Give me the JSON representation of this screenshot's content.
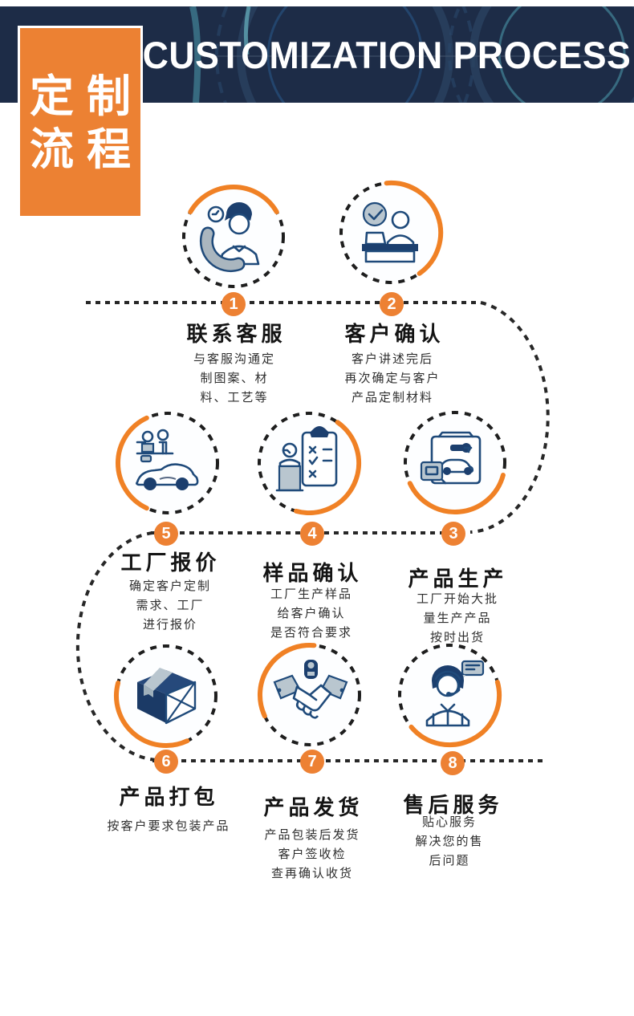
{
  "header": {
    "title_en": "CUSTOMIZATION PROCESS",
    "title_cn_line1": "定制",
    "title_cn_line2": "流程"
  },
  "colors": {
    "accent_orange": "#ED8133",
    "header_navy": "#1D2C47",
    "icon_navy": "#1F4A7A",
    "dash_dark": "#272727"
  },
  "icons": [
    "phone-headset-icon",
    "desk-check-icon",
    "production-doc-icon",
    "checklist-icon",
    "quote-car-icon",
    "package-box-icon",
    "handshake-icon",
    "support-agent-icon"
  ],
  "steps": [
    {
      "num": "1",
      "title": "联系客服",
      "desc1": "与客服沟通定",
      "desc2": "制图案、材",
      "desc3": "料、工艺等"
    },
    {
      "num": "2",
      "title": "客户确认",
      "desc1": "客户讲述完后",
      "desc2": "再次确定与客户",
      "desc3": "产品定制材料"
    },
    {
      "num": "3",
      "title": "产品生产",
      "desc1": "工厂开始大批",
      "desc2": "量生产产品",
      "desc3": "按时出货"
    },
    {
      "num": "4",
      "title": "样品确认",
      "desc1": "工厂生产样品",
      "desc2": "给客户确认",
      "desc3": "是否符合要求"
    },
    {
      "num": "5",
      "title": "工厂报价",
      "desc1": "确定客户定制",
      "desc2": "需求、工厂",
      "desc3": "进行报价"
    },
    {
      "num": "6",
      "title": "产品打包",
      "desc1": "按客户要求包装产品",
      "desc2": "",
      "desc3": ""
    },
    {
      "num": "7",
      "title": "产品发货",
      "desc1": "产品包装后发货",
      "desc2": "客户签收检",
      "desc3": "查再确认收货"
    },
    {
      "num": "8",
      "title": "售后服务",
      "desc1": "贴心服务",
      "desc2": "解决您的售",
      "desc3": "后问题"
    }
  ]
}
